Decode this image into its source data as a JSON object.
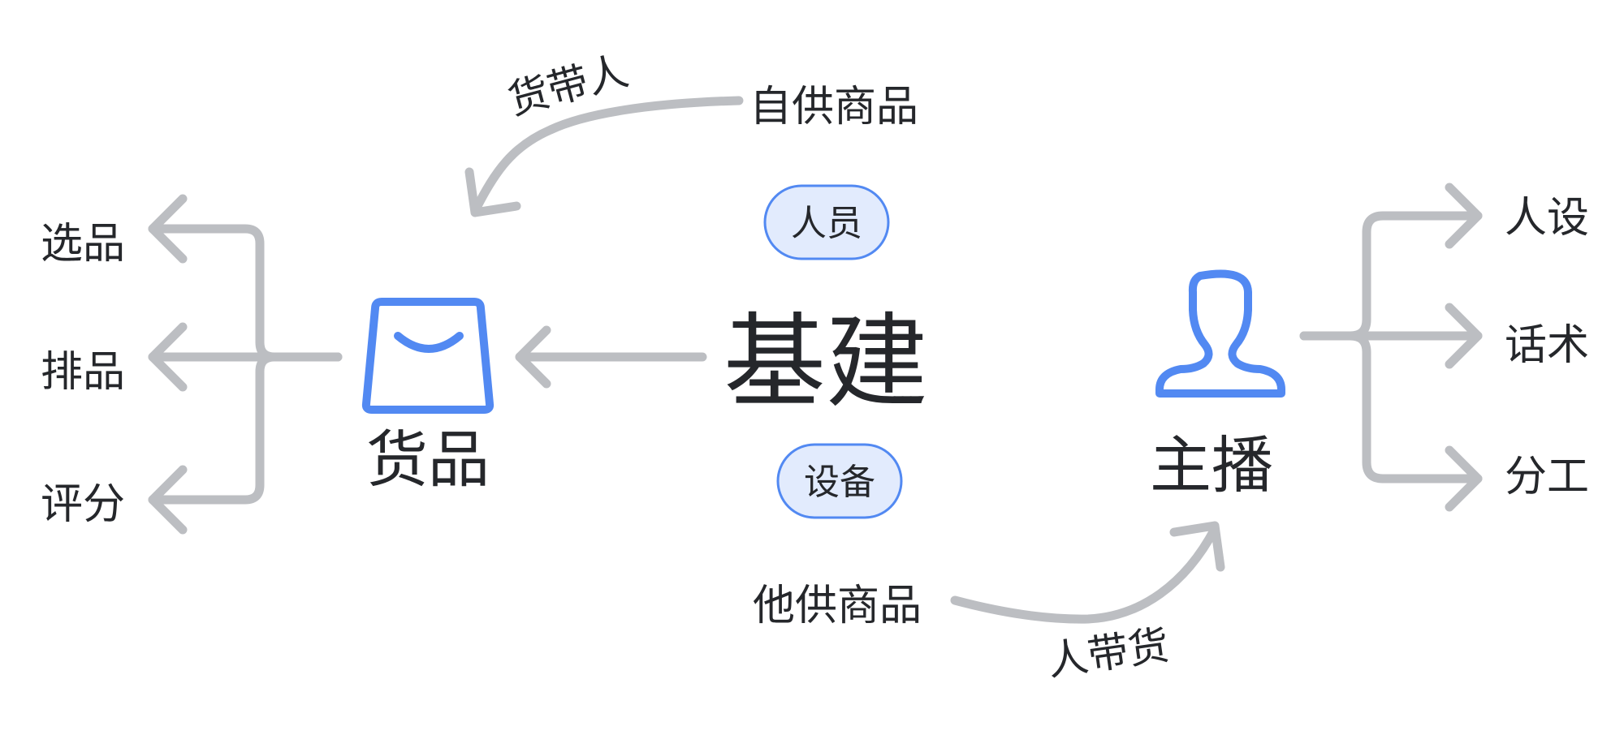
{
  "center": {
    "title": "基建"
  },
  "badges": {
    "top": "人员",
    "bottom": "设备"
  },
  "goods": {
    "label": "货品",
    "icon": "shopping-bag-icon",
    "branches": [
      "选品",
      "排品",
      "评分"
    ]
  },
  "anchor": {
    "label": "主播",
    "icon": "person-icon",
    "branches": [
      "人设",
      "话术",
      "分工"
    ]
  },
  "top_flow": {
    "source": "自供商品",
    "label": "货带人"
  },
  "bottom_flow": {
    "source": "他供商品",
    "label": "人带货"
  },
  "colors": {
    "accent": "#5289f2",
    "arrow": "#bcbec2",
    "text": "#25272b",
    "pill_fill": "#e2ebfd"
  }
}
